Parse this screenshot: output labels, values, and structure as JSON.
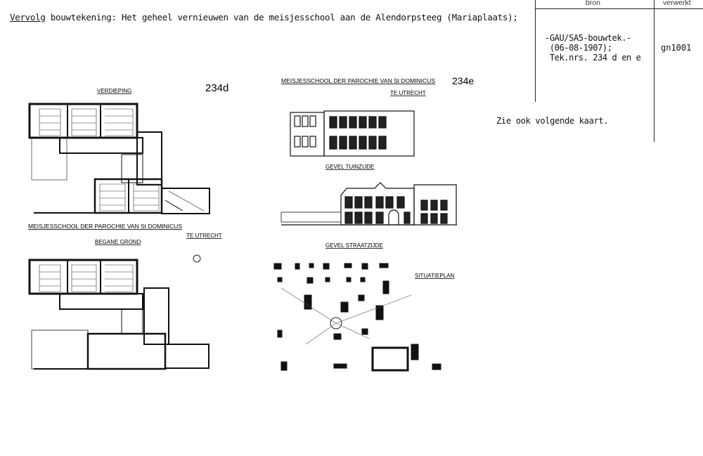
{
  "header": {
    "lead": "Vervolg",
    "title": " bouwtekening: Het geheel vernieuwen van de meisjesschool aan de Alendorpsteeg (Mariaplaats);"
  },
  "table": {
    "col_bron": "bron",
    "col_verwerkt": "verwerkt",
    "bron_text": "-GAU/SA5-bouwtek.-\n (06-08-1907);\n Tek.nrs. 234 d en e",
    "verwerkt_text": "gn1001"
  },
  "note": "Zie ook volgende kaart.",
  "drawings": {
    "left": {
      "number": "234d",
      "upper_label": "VERDIEPING",
      "school": "MEISJESSCHOOL DER PAROCHIE VAN St DOMINICUS",
      "city": "TE UTRECHT",
      "lower_label": "BEGANE GROND"
    },
    "right": {
      "number": "234e",
      "school": "MEISJESSCHOOL DER PAROCHIE VAN St DOMINICUS",
      "city": "TE UTRECHT",
      "elev1": "GEVEL TUINZIJDE",
      "elev2": "GEVEL STRAATZIJDE",
      "site": "SITUATIEPLAN"
    }
  }
}
